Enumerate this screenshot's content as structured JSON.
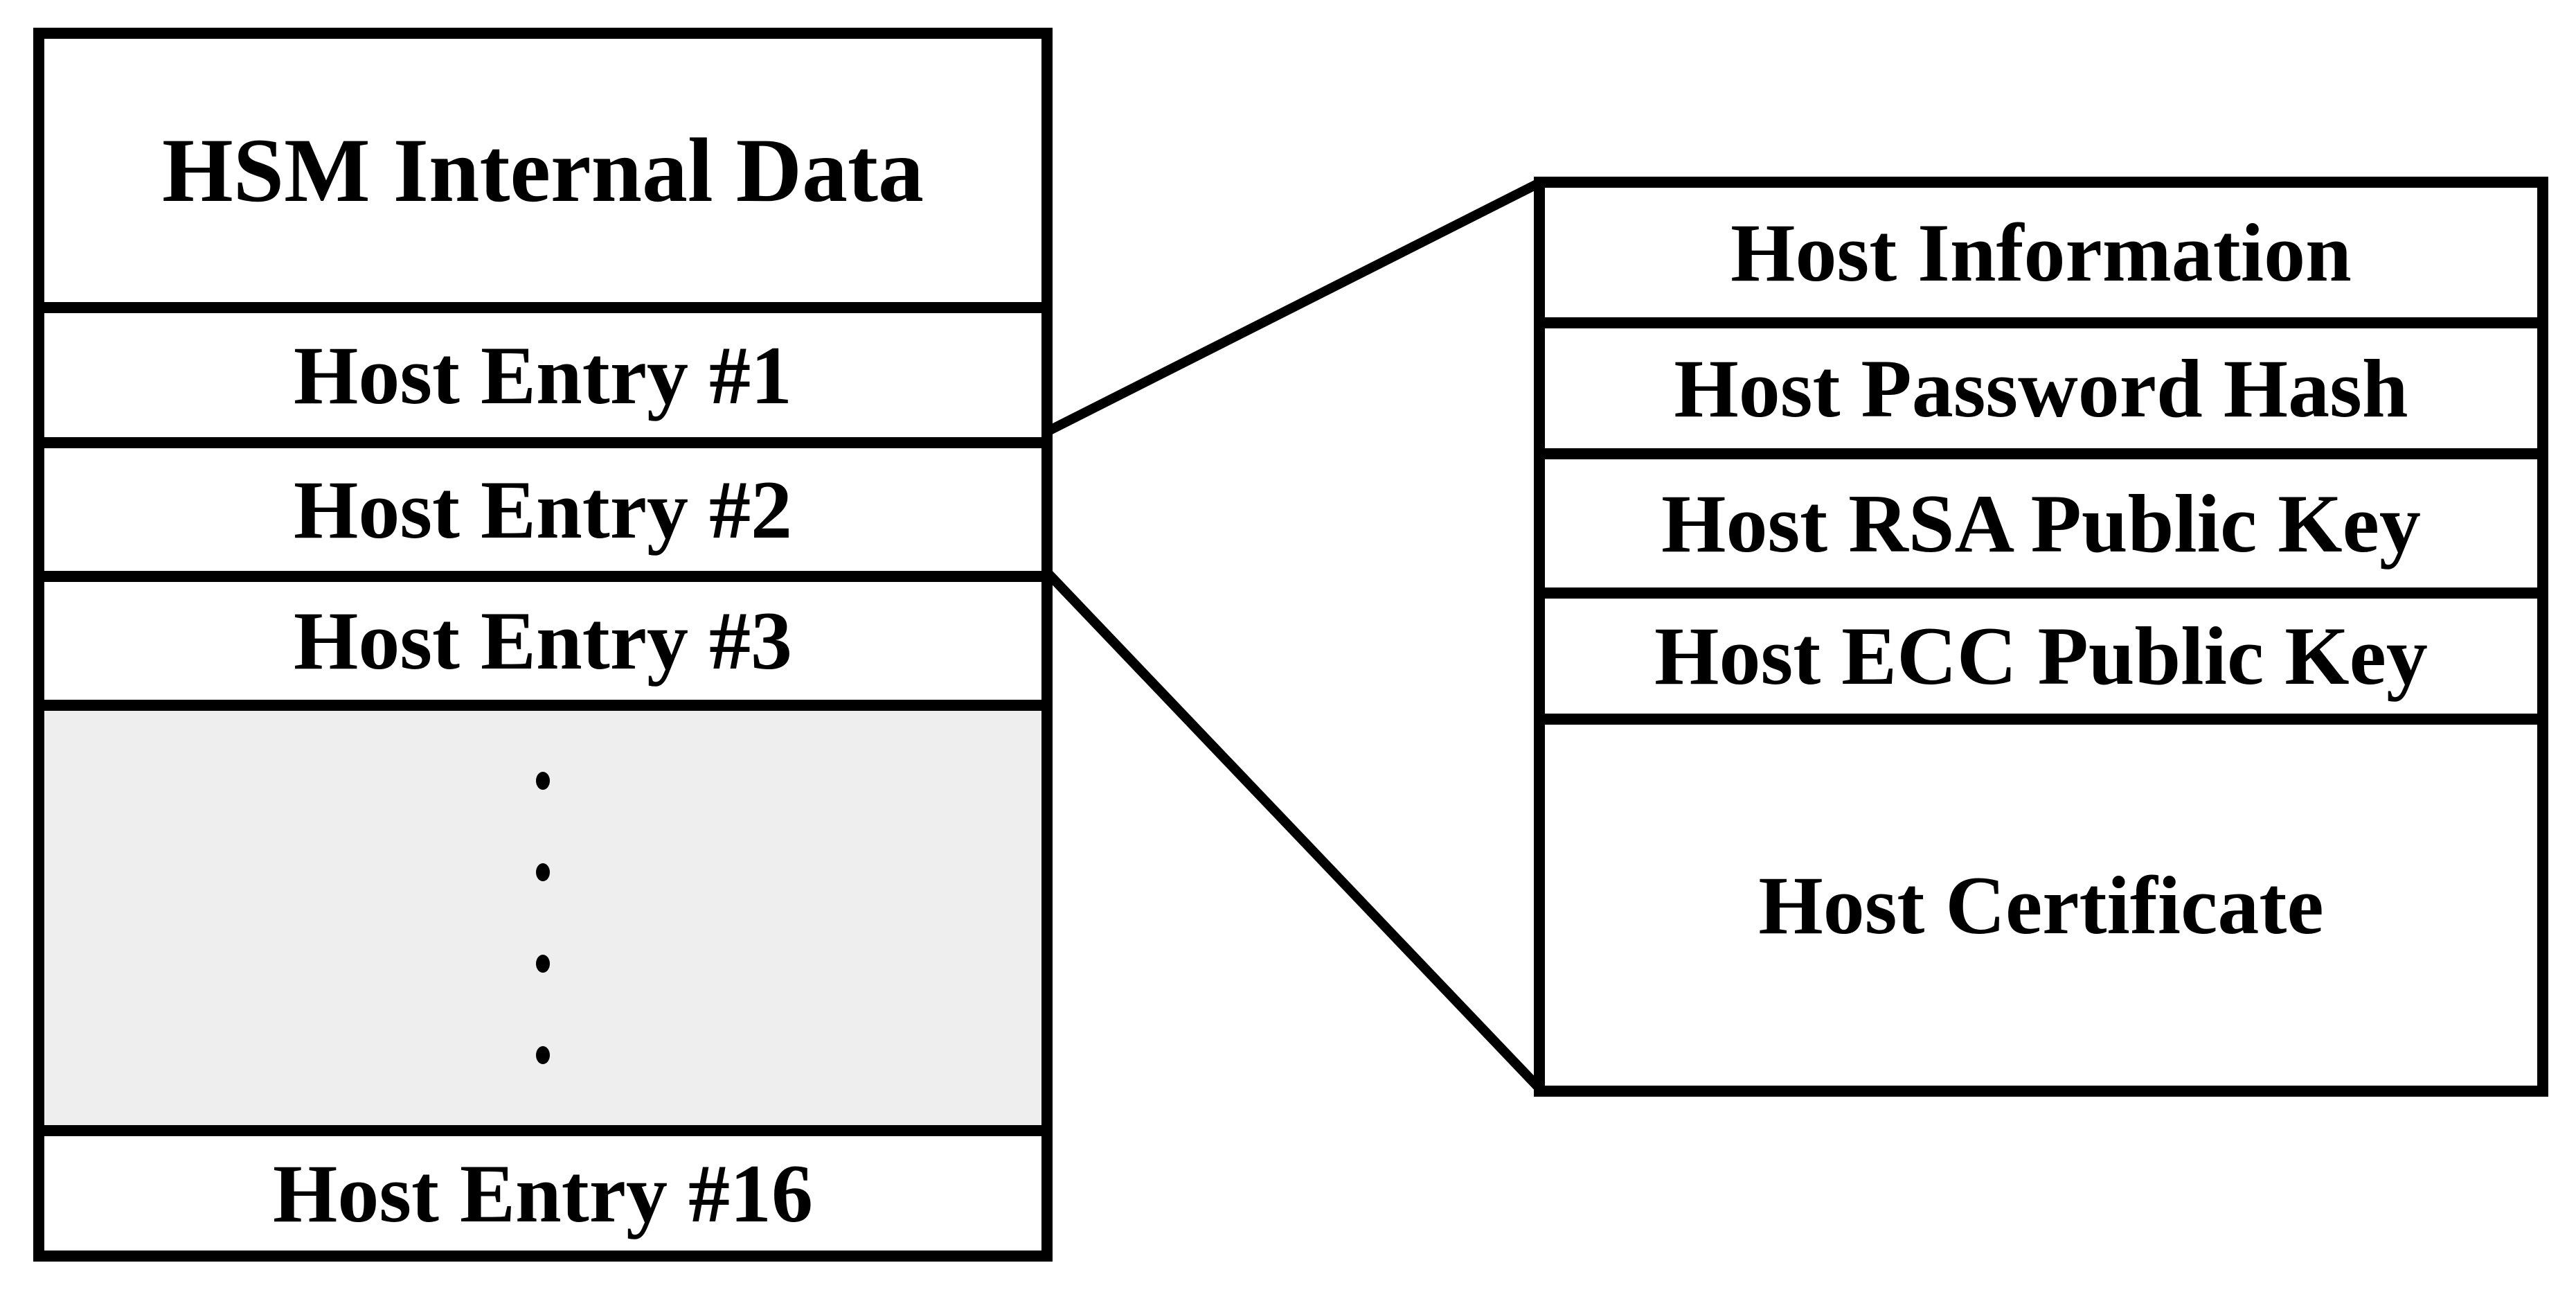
{
  "diagram": {
    "left_box": {
      "title": "HSM Internal Data",
      "entries": [
        "Host Entry #1",
        "Host Entry #2",
        "Host Entry #3"
      ],
      "ellipsis_dot_count": 4,
      "entry_last": "Host Entry #16"
    },
    "right_box": {
      "rows": [
        "Host Information",
        "Host Password Hash",
        "Host RSA Public Key",
        "Host ECC Public Key",
        "Host Certificate"
      ]
    },
    "expanded_entry": "Host Entry #2",
    "colors": {
      "border": "#000000",
      "text": "#000000",
      "row_background": "#ffffff",
      "ellipsis_background": "#eeeeee",
      "page_background": "#ffffff"
    }
  }
}
